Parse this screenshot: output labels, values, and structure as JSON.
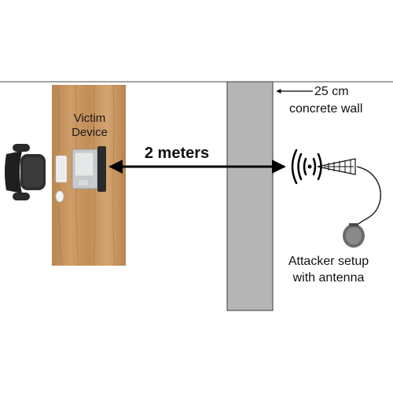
{
  "victim": {
    "label_line1": "Victim",
    "label_line2": "Device"
  },
  "distance": {
    "label": "2 meters"
  },
  "wall": {
    "label_line1": "25 cm",
    "label_line2": "concrete wall"
  },
  "attacker": {
    "label_line1": "Attacker setup",
    "label_line2": "with antenna"
  },
  "colors": {
    "desk": "#c4915c",
    "wall_fill": "#b5b5b5",
    "wall_stroke": "#555555",
    "arrow": "#000000"
  },
  "icons": [
    "office-chair-icon",
    "keyboard-icon",
    "mouse-icon",
    "laptop-icon",
    "wireless-signal-icon",
    "antenna-icon",
    "receiver-device-icon"
  ]
}
